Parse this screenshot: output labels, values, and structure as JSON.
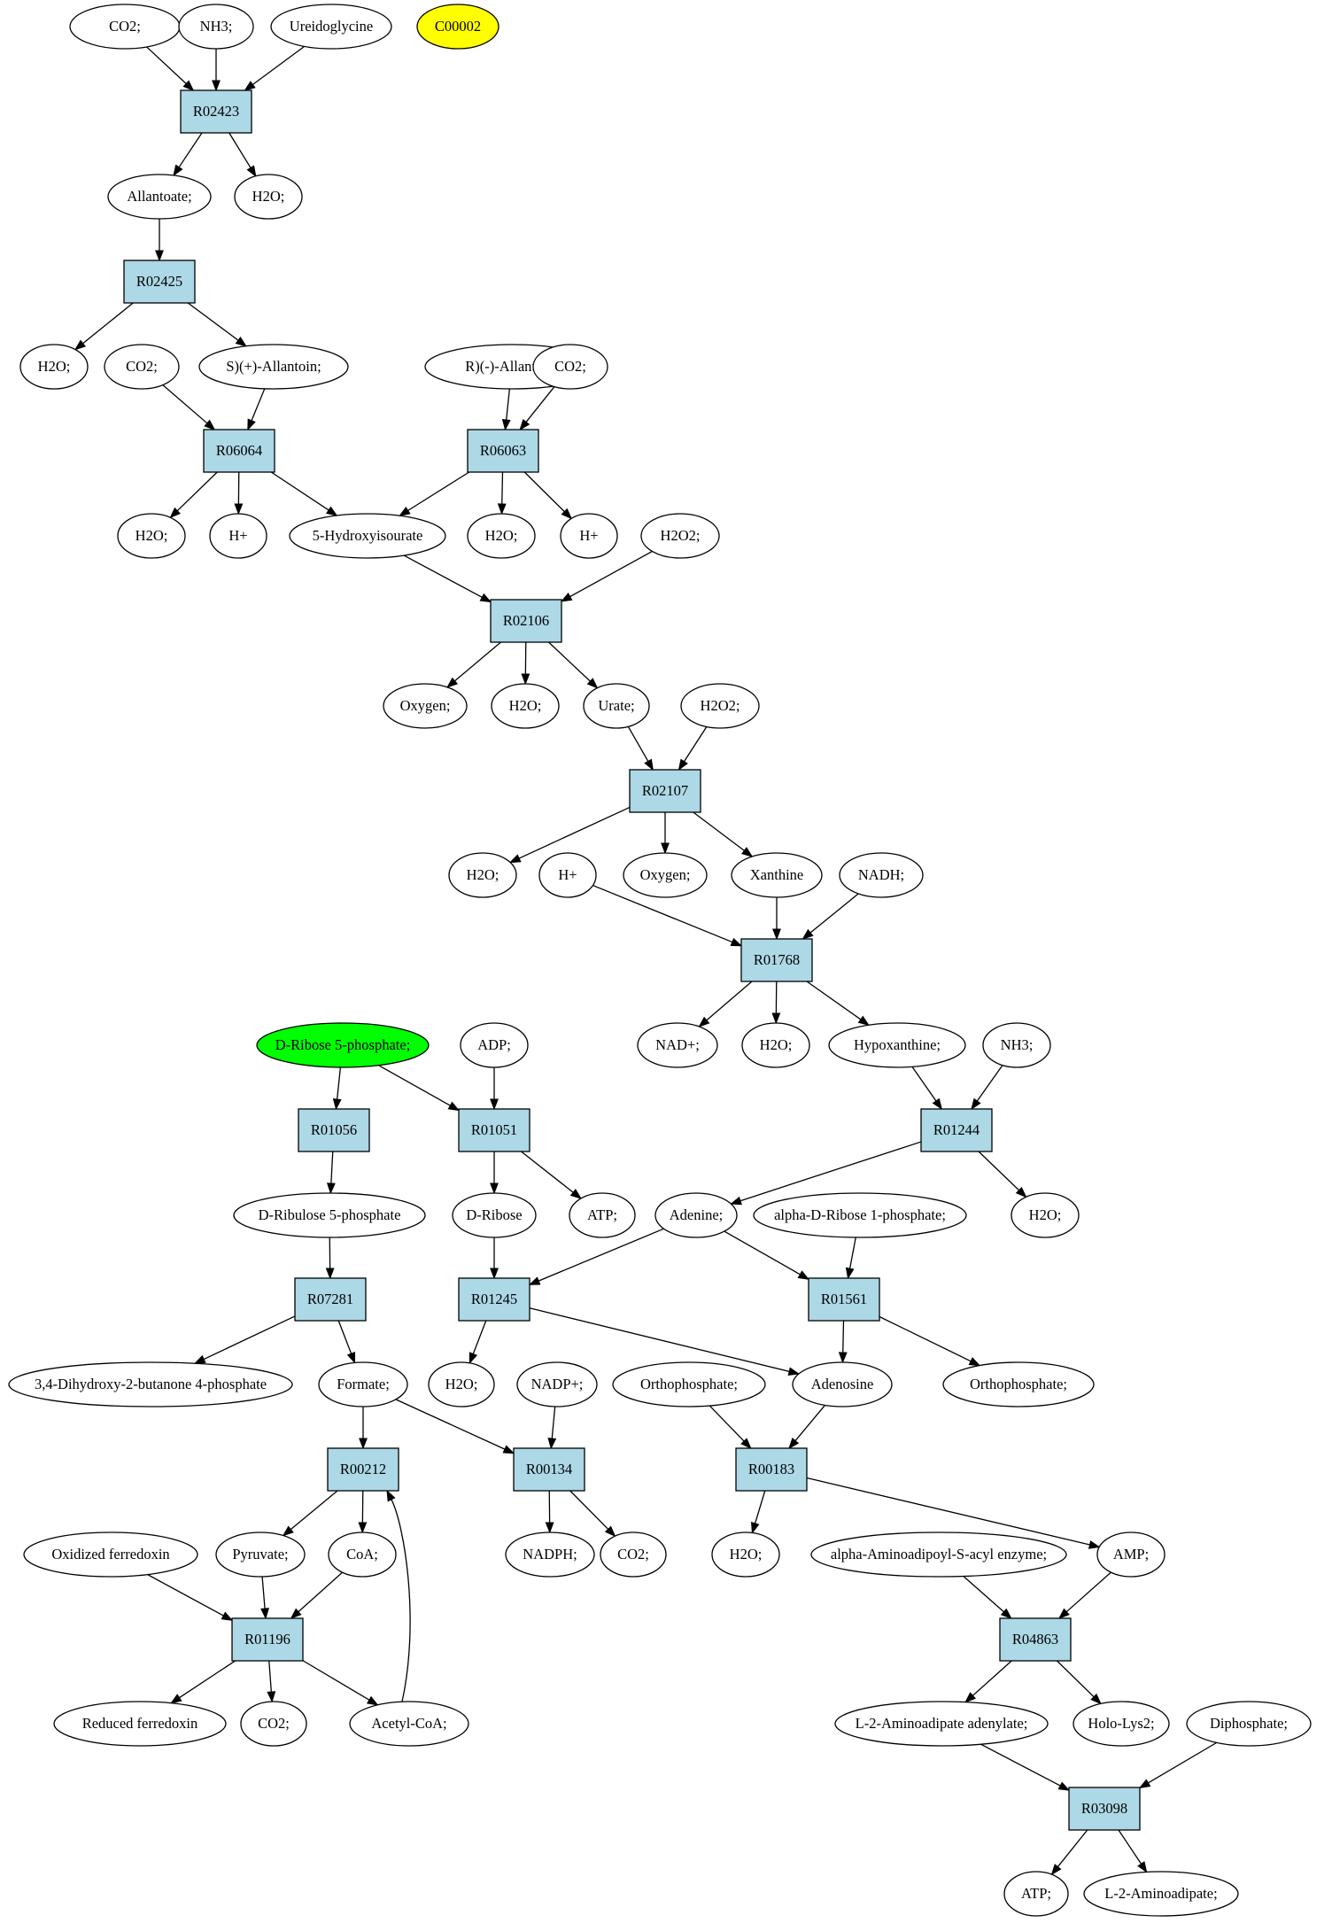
{
  "colors": {
    "metabolite_fill": "#ffffff",
    "reaction_fill": "#add8e6",
    "highlight_yellow": "#ffff00",
    "highlight_green": "#00ff00",
    "stroke": "#000000"
  },
  "nodes": {
    "m1": {
      "label": "CO2;"
    },
    "m2": {
      "label": "NH3;"
    },
    "m3": {
      "label": "Ureidoglycine"
    },
    "m4": {
      "label": "C00002",
      "highlight": "yellow"
    },
    "R02423": {
      "label": "R02423",
      "kind": "reaction"
    },
    "m5": {
      "label": "Allantoate;"
    },
    "m6": {
      "label": "H2O;"
    },
    "R02425": {
      "label": "R02425",
      "kind": "reaction"
    },
    "m7": {
      "label": "H2O;"
    },
    "m8": {
      "label": "CO2;"
    },
    "m9": {
      "label": "S)(+)-Allantoin;"
    },
    "m10": {
      "label": "R)(-)-Allantoin;"
    },
    "m11": {
      "label": "CO2;"
    },
    "R06064": {
      "label": "R06064",
      "kind": "reaction"
    },
    "R06063": {
      "label": "R06063",
      "kind": "reaction"
    },
    "m12": {
      "label": "H2O;"
    },
    "m13": {
      "label": "H+"
    },
    "m14": {
      "label": "5-Hydroxyisourate"
    },
    "m15": {
      "label": "H2O;"
    },
    "m16": {
      "label": "H+"
    },
    "m17": {
      "label": "H2O2;"
    },
    "R02106": {
      "label": "R02106",
      "kind": "reaction"
    },
    "m18": {
      "label": "Oxygen;"
    },
    "m19": {
      "label": "H2O;"
    },
    "m20": {
      "label": "Urate;"
    },
    "m21": {
      "label": "H2O2;"
    },
    "R02107": {
      "label": "R02107",
      "kind": "reaction"
    },
    "m22": {
      "label": "H2O;"
    },
    "m23": {
      "label": "H+"
    },
    "m24": {
      "label": "Oxygen;"
    },
    "m25": {
      "label": "Xanthine"
    },
    "m26": {
      "label": "NADH;"
    },
    "R01768": {
      "label": "R01768",
      "kind": "reaction"
    },
    "m27": {
      "label": "NAD+;"
    },
    "m28": {
      "label": "H2O;"
    },
    "m29": {
      "label": "Hypoxanthine;"
    },
    "m30": {
      "label": "NH3;"
    },
    "m31": {
      "label": "D-Ribose 5-phosphate;",
      "highlight": "green"
    },
    "m32": {
      "label": "ADP;"
    },
    "R01056": {
      "label": "R01056",
      "kind": "reaction"
    },
    "R01051": {
      "label": "R01051",
      "kind": "reaction"
    },
    "R01244": {
      "label": "R01244",
      "kind": "reaction"
    },
    "m33": {
      "label": "D-Ribulose 5-phosphate"
    },
    "m34": {
      "label": "D-Ribose"
    },
    "m35": {
      "label": "ATP;"
    },
    "m36": {
      "label": "Adenine;"
    },
    "m37": {
      "label": "alpha-D-Ribose 1-phosphate;"
    },
    "m38": {
      "label": "H2O;"
    },
    "R07281": {
      "label": "R07281",
      "kind": "reaction"
    },
    "R01245": {
      "label": "R01245",
      "kind": "reaction"
    },
    "R01561": {
      "label": "R01561",
      "kind": "reaction"
    },
    "m39": {
      "label": "3,4-Dihydroxy-2-butanone 4-phosphate"
    },
    "m40": {
      "label": "Formate;"
    },
    "m41": {
      "label": "H2O;"
    },
    "m42": {
      "label": "NADP+;"
    },
    "m43": {
      "label": "Orthophosphate;"
    },
    "m44": {
      "label": "Adenosine"
    },
    "m45": {
      "label": "Orthophosphate;"
    },
    "R00212": {
      "label": "R00212",
      "kind": "reaction"
    },
    "R00134": {
      "label": "R00134",
      "kind": "reaction"
    },
    "R00183": {
      "label": "R00183",
      "kind": "reaction"
    },
    "m46": {
      "label": "Oxidized ferredoxin"
    },
    "m47": {
      "label": "Pyruvate;"
    },
    "m48": {
      "label": "CoA;"
    },
    "m49": {
      "label": "NADPH;"
    },
    "m50": {
      "label": "CO2;"
    },
    "m51": {
      "label": "H2O;"
    },
    "m52": {
      "label": "alpha-Aminoadipoyl-S-acyl enzyme;"
    },
    "m53": {
      "label": "AMP;"
    },
    "R01196": {
      "label": "R01196",
      "kind": "reaction"
    },
    "R04863": {
      "label": "R04863",
      "kind": "reaction"
    },
    "m54": {
      "label": "Reduced ferredoxin"
    },
    "m55": {
      "label": "CO2;"
    },
    "m56": {
      "label": "Acetyl-CoA;"
    },
    "m57": {
      "label": "L-2-Aminoadipate adenylate;"
    },
    "m58": {
      "label": "Holo-Lys2;"
    },
    "m59": {
      "label": "Diphosphate;"
    },
    "R03098": {
      "label": "R03098",
      "kind": "reaction"
    },
    "m60": {
      "label": "ATP;"
    },
    "m61": {
      "label": "L-2-Aminoadipate;"
    }
  },
  "edges": [
    [
      "m1",
      "R02423"
    ],
    [
      "m2",
      "R02423"
    ],
    [
      "m3",
      "R02423"
    ],
    [
      "R02423",
      "m5"
    ],
    [
      "R02423",
      "m6"
    ],
    [
      "m5",
      "R02425"
    ],
    [
      "R02425",
      "m7"
    ],
    [
      "R02425",
      "m9"
    ],
    [
      "m8",
      "R06064"
    ],
    [
      "m9",
      "R06064"
    ],
    [
      "m10",
      "R06063"
    ],
    [
      "m11",
      "R06063"
    ],
    [
      "R06064",
      "m12"
    ],
    [
      "R06064",
      "m13"
    ],
    [
      "R06064",
      "m14"
    ],
    [
      "R06063",
      "m14"
    ],
    [
      "R06063",
      "m15"
    ],
    [
      "R06063",
      "m16"
    ],
    [
      "m14",
      "R02106"
    ],
    [
      "m17",
      "R02106"
    ],
    [
      "R02106",
      "m18"
    ],
    [
      "R02106",
      "m19"
    ],
    [
      "R02106",
      "m20"
    ],
    [
      "m20",
      "R02107"
    ],
    [
      "m21",
      "R02107"
    ],
    [
      "R02107",
      "m22"
    ],
    [
      "R02107",
      "m24"
    ],
    [
      "R02107",
      "m25"
    ],
    [
      "m23",
      "R01768"
    ],
    [
      "m25",
      "R01768"
    ],
    [
      "m26",
      "R01768"
    ],
    [
      "R01768",
      "m27"
    ],
    [
      "R01768",
      "m28"
    ],
    [
      "R01768",
      "m29"
    ],
    [
      "m29",
      "R01244"
    ],
    [
      "m30",
      "R01244"
    ],
    [
      "R01244",
      "m36"
    ],
    [
      "R01244",
      "m38"
    ],
    [
      "m31",
      "R01056"
    ],
    [
      "m31",
      "R01051"
    ],
    [
      "m32",
      "R01051"
    ],
    [
      "R01056",
      "m33"
    ],
    [
      "R01051",
      "m34"
    ],
    [
      "R01051",
      "m35"
    ],
    [
      "m33",
      "R07281"
    ],
    [
      "m34",
      "R01245"
    ],
    [
      "m36",
      "R01245"
    ],
    [
      "m36",
      "R01561"
    ],
    [
      "m37",
      "R01561"
    ],
    [
      "R07281",
      "m39"
    ],
    [
      "R07281",
      "m40"
    ],
    [
      "R01245",
      "m41"
    ],
    [
      "R01245",
      "m44"
    ],
    [
      "R01561",
      "m44"
    ],
    [
      "R01561",
      "m45"
    ],
    [
      "m40",
      "R00212"
    ],
    [
      "m40",
      "R00134"
    ],
    [
      "m42",
      "R00134"
    ],
    [
      "m43",
      "R00183"
    ],
    [
      "m44",
      "R00183"
    ],
    [
      "R00212",
      "m47"
    ],
    [
      "R00212",
      "m48"
    ],
    [
      "R00134",
      "m49"
    ],
    [
      "R00134",
      "m50"
    ],
    [
      "R00183",
      "m51"
    ],
    [
      "R00183",
      "m53"
    ],
    [
      "m46",
      "R01196"
    ],
    [
      "m47",
      "R01196"
    ],
    [
      "m48",
      "R01196"
    ],
    [
      "m52",
      "R04863"
    ],
    [
      "m53",
      "R04863"
    ],
    [
      "R01196",
      "m54"
    ],
    [
      "R01196",
      "m55"
    ],
    [
      "R01196",
      "m56"
    ],
    [
      "m56",
      "R00212"
    ],
    [
      "R04863",
      "m57"
    ],
    [
      "R04863",
      "m58"
    ],
    [
      "m57",
      "R03098"
    ],
    [
      "m59",
      "R03098"
    ],
    [
      "R03098",
      "m60"
    ],
    [
      "R03098",
      "m61"
    ]
  ]
}
